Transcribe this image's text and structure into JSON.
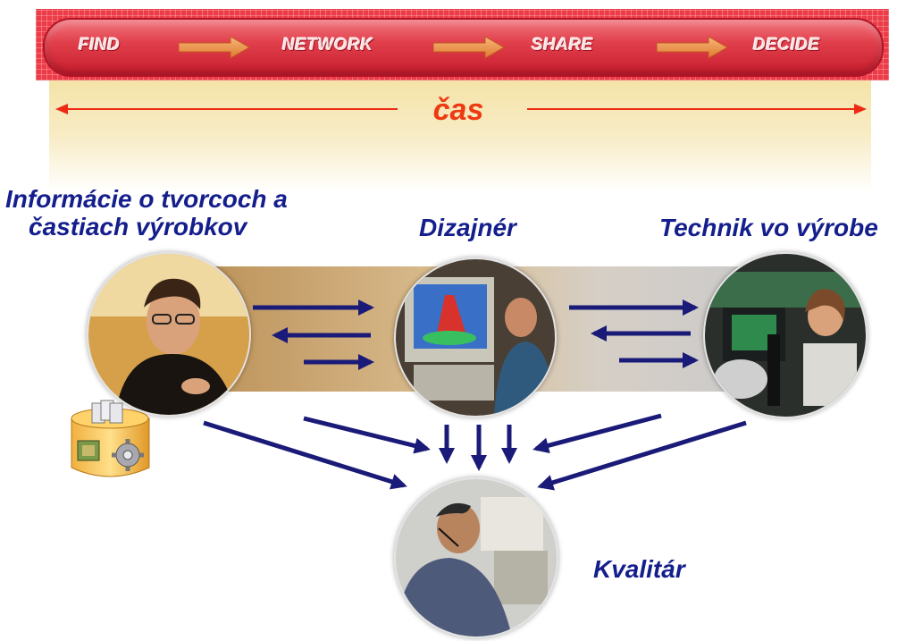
{
  "process": {
    "steps": [
      "FIND",
      "NETWORK",
      "SHARE",
      "DECIDE"
    ]
  },
  "timeline": {
    "label": "čas"
  },
  "roles": {
    "info": {
      "line1": "Informácie o tvorcoch a",
      "line2": "častiach výrobkov"
    },
    "designer": "Dizajnér",
    "technician": "Technik vo výrobe",
    "quality": "Kvalitár"
  },
  "colors": {
    "banner": "#e8323f",
    "timeline_arrow": "#ee2a12",
    "role_text": "#141e8c",
    "flow_arrow": "#1a1a78"
  },
  "icons": [
    "database-icon",
    "chip-icon",
    "gear-icon",
    "documents-icon"
  ]
}
